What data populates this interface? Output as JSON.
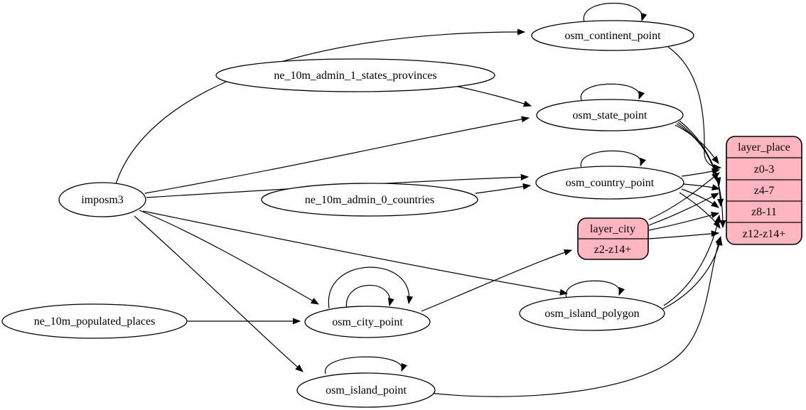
{
  "colors": {
    "background": "#ffffff",
    "node_fill": "#ffffff",
    "node_stroke": "#000000",
    "record_fill": "#ffb6c1",
    "edge": "#000000"
  },
  "nodes": {
    "imposm3": "imposm3",
    "ne_10m_admin_1_states_provinces": "ne_10m_admin_1_states_provinces",
    "ne_10m_admin_0_countries": "ne_10m_admin_0_countries",
    "ne_10m_populated_places": "ne_10m_populated_places",
    "osm_continent_point": "osm_continent_point",
    "osm_state_point": "osm_state_point",
    "osm_country_point": "osm_country_point",
    "osm_city_point": "osm_city_point",
    "osm_island_polygon": "osm_island_polygon",
    "osm_island_point": "osm_island_point"
  },
  "records": {
    "layer_city": {
      "title": "layer_city",
      "rows": [
        "z2-z14+"
      ]
    },
    "layer_place": {
      "title": "layer_place",
      "rows": [
        "z0-3",
        "z4-7",
        "z8-11",
        "z12-z14+"
      ]
    }
  },
  "edges": [
    {
      "from": "imposm3",
      "to": "osm_continent_point"
    },
    {
      "from": "imposm3",
      "to": "osm_state_point"
    },
    {
      "from": "imposm3",
      "to": "osm_country_point"
    },
    {
      "from": "imposm3",
      "to": "osm_city_point"
    },
    {
      "from": "imposm3",
      "to": "osm_island_polygon"
    },
    {
      "from": "imposm3",
      "to": "osm_island_point"
    },
    {
      "from": "ne_10m_admin_1_states_provinces",
      "to": "osm_state_point"
    },
    {
      "from": "ne_10m_admin_0_countries",
      "to": "osm_country_point"
    },
    {
      "from": "ne_10m_populated_places",
      "to": "osm_city_point"
    },
    {
      "from": "osm_continent_point",
      "to": "osm_continent_point"
    },
    {
      "from": "osm_state_point",
      "to": "osm_state_point"
    },
    {
      "from": "osm_country_point",
      "to": "osm_country_point"
    },
    {
      "from": "osm_city_point",
      "to": "osm_city_point"
    },
    {
      "from": "osm_city_point",
      "to": "osm_city_point"
    },
    {
      "from": "osm_island_polygon",
      "to": "osm_island_polygon"
    },
    {
      "from": "osm_island_point",
      "to": "osm_island_point"
    },
    {
      "from": "osm_continent_point",
      "to": "layer_place:z0-3"
    },
    {
      "from": "osm_state_point",
      "to": "layer_place:z0-3"
    },
    {
      "from": "osm_state_point",
      "to": "layer_place:z4-7"
    },
    {
      "from": "osm_state_point",
      "to": "layer_place:z8-11"
    },
    {
      "from": "osm_state_point",
      "to": "layer_place:z12-z14+"
    },
    {
      "from": "osm_country_point",
      "to": "layer_place:z0-3"
    },
    {
      "from": "osm_country_point",
      "to": "layer_place:z4-7"
    },
    {
      "from": "osm_country_point",
      "to": "layer_place:z8-11"
    },
    {
      "from": "osm_country_point",
      "to": "layer_place:z12-z14+"
    },
    {
      "from": "osm_city_point",
      "to": "layer_city:z2-z14+"
    },
    {
      "from": "layer_city",
      "to": "layer_place:z0-3"
    },
    {
      "from": "layer_city",
      "to": "layer_place:z4-7"
    },
    {
      "from": "layer_city",
      "to": "layer_place:z8-11"
    },
    {
      "from": "layer_city",
      "to": "layer_place:z12-z14+"
    },
    {
      "from": "osm_island_polygon",
      "to": "layer_place:z8-11"
    },
    {
      "from": "osm_island_polygon",
      "to": "layer_place:z12-z14+"
    },
    {
      "from": "osm_island_point",
      "to": "layer_place:z12-z14+"
    }
  ]
}
